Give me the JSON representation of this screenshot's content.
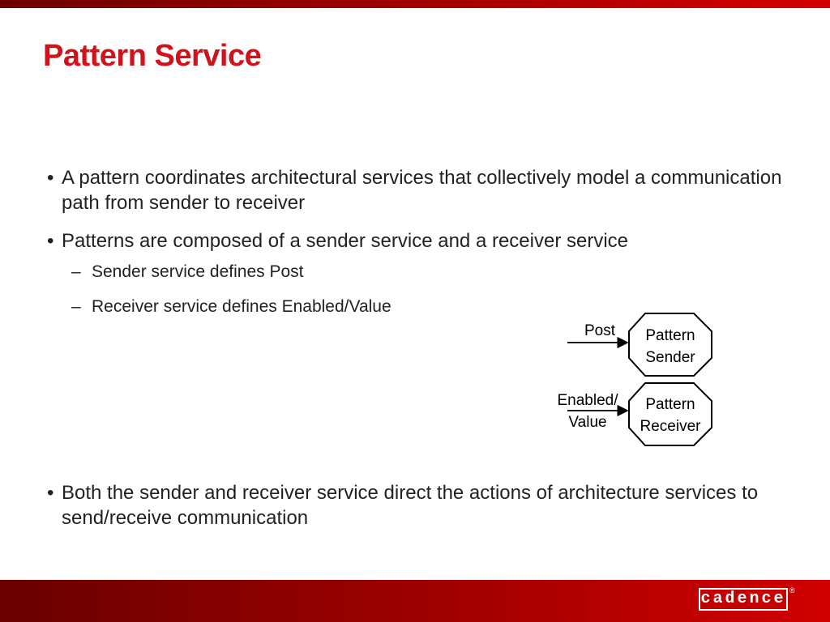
{
  "slide": {
    "title": "Pattern Service",
    "bullets": [
      {
        "mark": "•",
        "text": "A pattern coordinates architectural services that collectively model a communication path from sender to receiver"
      },
      {
        "mark": "•",
        "text": "Patterns are composed of a sender service and a receiver service"
      }
    ],
    "sub_bullets": [
      {
        "mark": "–",
        "text": "Sender service defines Post"
      },
      {
        "mark": "–",
        "text": "Receiver service defines Enabled/Value"
      }
    ],
    "last_bullet": {
      "mark": "•",
      "text": "Both the sender and receiver service direct the actions of architecture services to send/receive communication"
    }
  },
  "diagram": {
    "sender": {
      "input_label": "Post",
      "line1": "Pattern",
      "line2": "Sender"
    },
    "receiver": {
      "input_label_line1": "Enabled/",
      "input_label_line2": "Value",
      "line1": "Pattern",
      "line2": "Receiver"
    }
  },
  "branding": {
    "logo_text": "cadence",
    "logo_reg": "®",
    "accent_color": "#d0121b"
  }
}
